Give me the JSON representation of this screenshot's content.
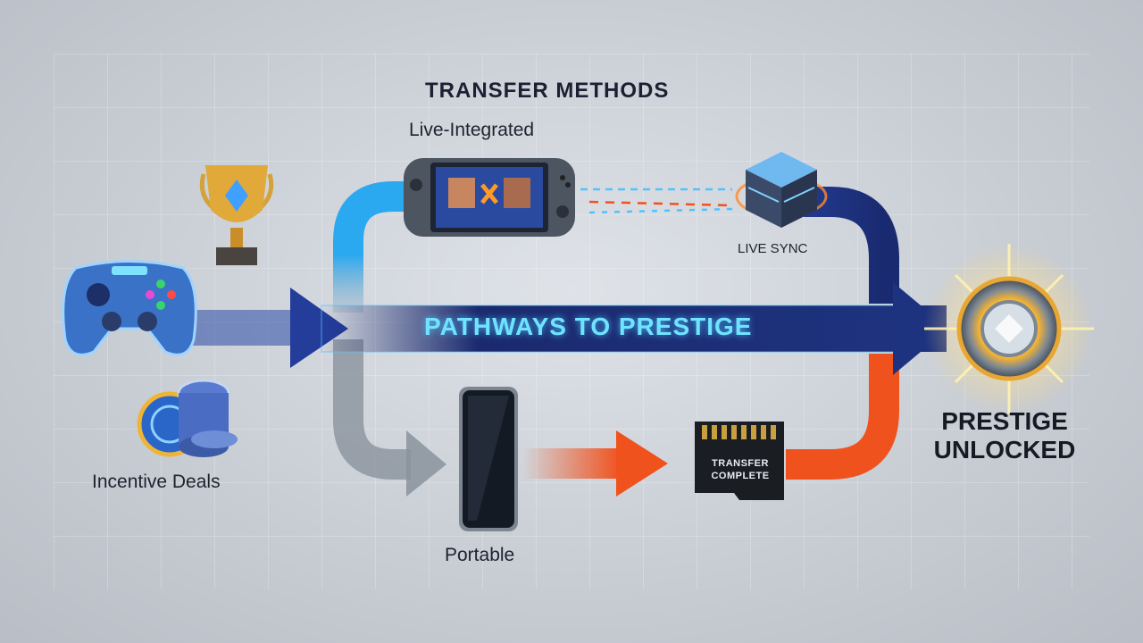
{
  "title": "TRANSFER METHODS",
  "banner": "PATHWAYS TO PRESTIGE",
  "methods": {
    "live": "Live-Integrated",
    "sync": "LIVE SYNC",
    "portable": "Portable",
    "incentive": "Incentive Deals"
  },
  "sd_card": {
    "line1": "TRANSFER",
    "line2": "COMPLETE"
  },
  "result": {
    "line1": "PRESTIGE",
    "line2": "UNLOCKED"
  },
  "colors": {
    "blue_path": "#2aa8f0",
    "navy_path": "#1f2f7a",
    "orange_path": "#f0521e",
    "gray_path": "#8a929c",
    "banner_text": "#6fe3ff"
  },
  "icons": [
    "game-controller-icon",
    "trophy-icon",
    "coins-icon",
    "handheld-console-icon",
    "server-cube-icon",
    "smartphone-icon",
    "sd-card-icon",
    "prestige-medal-icon"
  ]
}
